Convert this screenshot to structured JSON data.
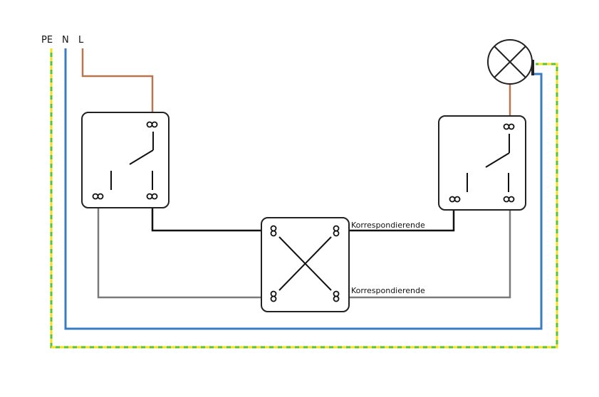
{
  "supply_labels": {
    "pe": "PE",
    "n": "N",
    "l": "L"
  },
  "wire_labels": {
    "upper": "Korrespondierende",
    "lower": "Korrespondierende"
  },
  "colors": {
    "phase": "#b8754e",
    "neutral": "#3a7cc4",
    "earth_green": "#5cc233",
    "earth_yellow": "#f2e21e",
    "traveller_black": "#111111",
    "traveller_grey": "#7a7a7a",
    "box_stroke": "#222222"
  },
  "components": {
    "left_switch": "two-way-switch",
    "intermediate_switch": "intermediate-switch",
    "right_switch": "two-way-switch",
    "lamp": "lamp-icon"
  }
}
